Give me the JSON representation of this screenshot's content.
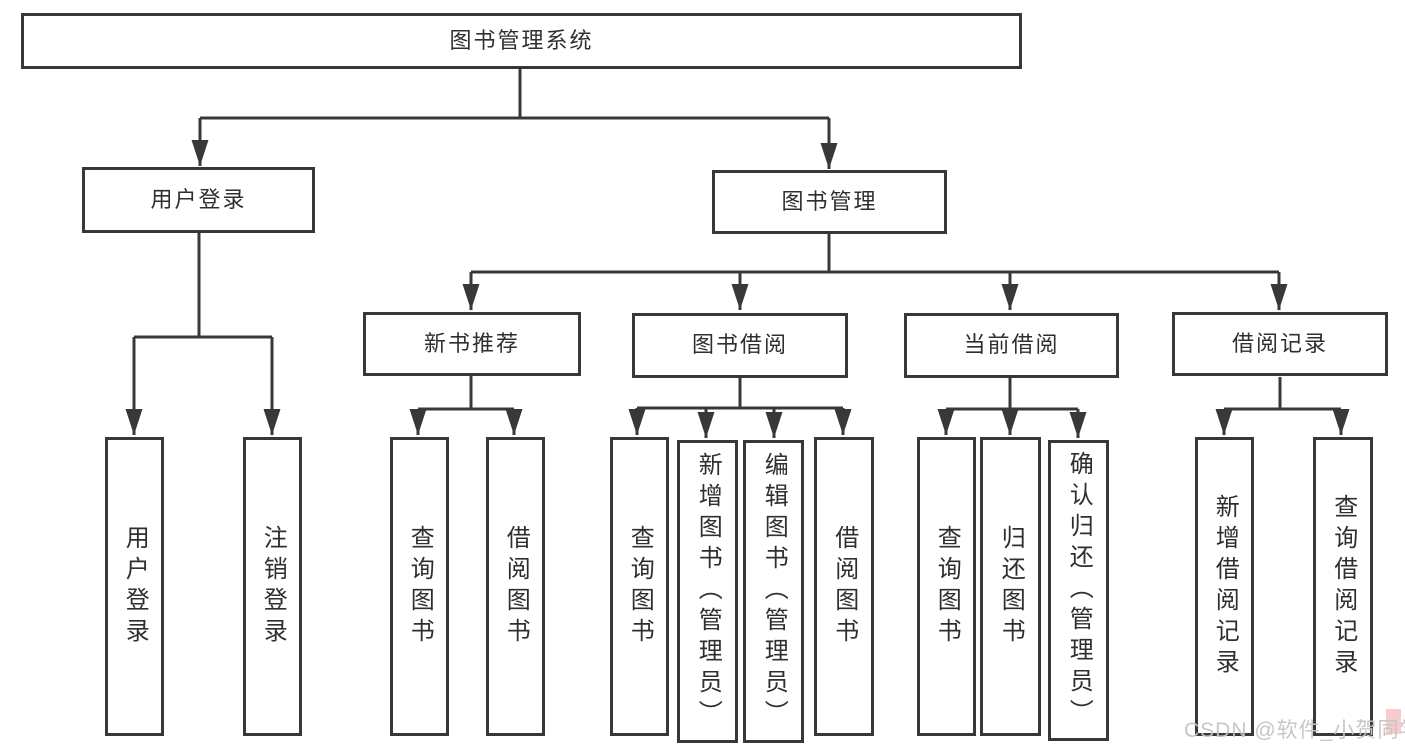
{
  "diagram": {
    "type": "hierarchy-tree",
    "tree": {
      "label": "图书管理系统",
      "children": [
        {
          "label": "用户登录",
          "children": [
            {
              "label": "用户登录"
            },
            {
              "label": "注销登录"
            }
          ]
        },
        {
          "label": "图书管理",
          "children": [
            {
              "label": "新书推荐",
              "children": [
                {
                  "label": "查询图书"
                },
                {
                  "label": "借阅图书"
                }
              ]
            },
            {
              "label": "图书借阅",
              "children": [
                {
                  "label": "查询图书"
                },
                {
                  "label": "新增图书（管理员）"
                },
                {
                  "label": "编辑图书（管理员）"
                },
                {
                  "label": "借阅图书"
                }
              ]
            },
            {
              "label": "当前借阅",
              "children": [
                {
                  "label": "查询图书"
                },
                {
                  "label": "归还图书"
                },
                {
                  "label": "确认归还（管理员）"
                }
              ]
            },
            {
              "label": "借阅记录",
              "children": [
                {
                  "label": "新增借阅记录"
                },
                {
                  "label": "查询借阅记录"
                }
              ]
            }
          ]
        }
      ]
    }
  },
  "watermark": {
    "text": "CSDN @软件_小贺同学"
  },
  "colors": {
    "line": "#383838",
    "box_border": "#383838",
    "text": "#2f2f2f",
    "background": "#ffffff",
    "watermark": "#c4c4c4"
  }
}
